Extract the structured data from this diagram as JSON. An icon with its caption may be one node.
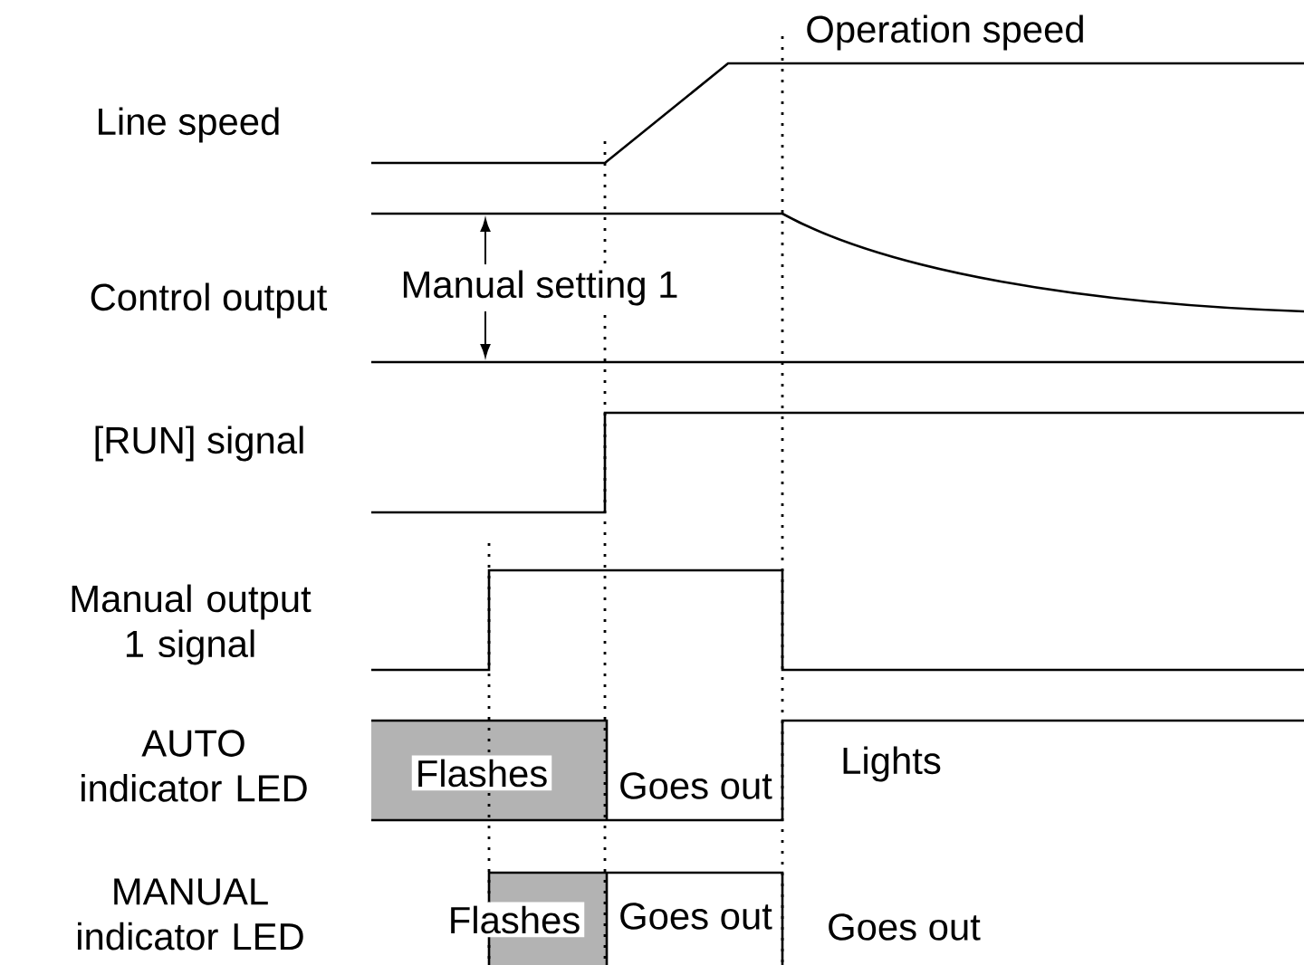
{
  "diagram": {
    "labels": [
      "Operation speed",
      "Line speed",
      "Control output",
      "Manual setting 1",
      "[RUN] signal",
      "Manual output 1 signal",
      "AUTO indicator LED",
      "Flashes",
      "Goes out",
      "Lights",
      "MANUAL indicator LED",
      "Flashes",
      "Goes out",
      "Goes out"
    ]
  }
}
